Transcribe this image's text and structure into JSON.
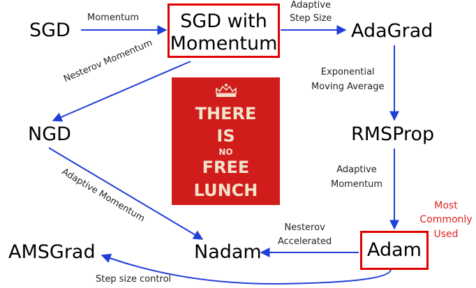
{
  "nodes": {
    "sgd": "SGD",
    "sgd_momentum_line1": "SGD with",
    "sgd_momentum_line2": "Momentum",
    "adagrad": "AdaGrad",
    "ngd": "NGD",
    "rmsprop": "RMSProp",
    "amsgrad": "AMSGrad",
    "nadam": "Nadam",
    "adam": "Adam"
  },
  "edges": {
    "sgd_to_momentum": "Momentum",
    "momentum_to_adagrad_line1": "Adaptive",
    "momentum_to_adagrad_line2": "Step Size",
    "momentum_to_ngd": "Nesterov Momentum",
    "adagrad_to_rmsprop_line1": "Exponential",
    "adagrad_to_rmsprop_line2": "Moving Average",
    "rmsprop_to_adam_line1": "Adaptive",
    "rmsprop_to_adam_line2": "Momentum",
    "ngd_to_nadam": "Adaptive Momentum",
    "adam_to_nadam_line1": "Nesterov",
    "adam_to_nadam_line2": "Accelerated",
    "adam_to_amsgrad": "Step size control"
  },
  "poster": {
    "line1": "THERE",
    "line2": "IS",
    "line3": "NO",
    "line4": "FREE",
    "line5": "LUNCH"
  },
  "note": {
    "line1": "Most",
    "line2": "Commonly",
    "line3": "Used"
  },
  "colors": {
    "arrow": "#1f3fd6",
    "highlight_box": "#e00000",
    "poster_bg": "#d01c1b",
    "poster_text": "#f4e3cb",
    "note_text": "#e02020"
  }
}
